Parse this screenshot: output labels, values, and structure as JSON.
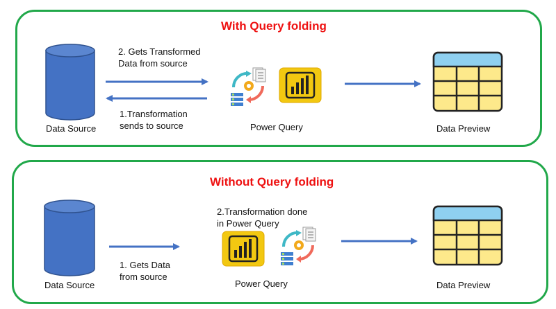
{
  "colors": {
    "panel_border": "#21a84a",
    "title": "#ee1111",
    "arrow": "#4472c4",
    "cylinder": "#4472c4",
    "powerbi_bg": "#f2c811",
    "table_body": "#fde98b",
    "table_header": "#8fd0f0"
  },
  "with_folding": {
    "title": "With Query folding",
    "arrow_forward_label_line1": "2. Gets Transformed",
    "arrow_forward_label_line2": "Data from source",
    "arrow_back_label_line1": "1.Transformation",
    "arrow_back_label_line2": "sends to source",
    "source_label": "Data Source",
    "powerquery_label": "Power Query",
    "preview_label": "Data Preview"
  },
  "without_folding": {
    "title": "Without Query folding",
    "transform_label_line1": "2.Transformation done",
    "transform_label_line2": "in Power Query",
    "get_data_label_line1": "1. Gets Data",
    "get_data_label_line2": "from source",
    "source_label": "Data Source",
    "powerquery_label": "Power Query",
    "preview_label": "Data Preview"
  },
  "icons": {
    "database": "database-cylinder-icon",
    "power_bi": "power-bi-icon",
    "power_query": "power-query-transform-icon",
    "data_table": "data-table-icon"
  }
}
